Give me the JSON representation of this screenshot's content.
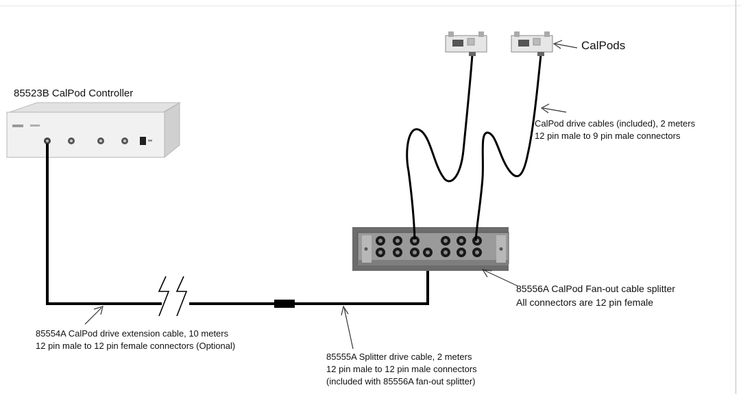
{
  "controller": {
    "title": "85523B CalPod Controller"
  },
  "calpods": {
    "label": "CalPods"
  },
  "drive_cables": {
    "lines": [
      "CalPod drive cables (included), 2 meters",
      "12 pin male to 9 pin male connectors"
    ]
  },
  "splitter": {
    "lines": [
      "85556A  CalPod Fan-out cable splitter",
      "All connectors are 12 pin female"
    ]
  },
  "extension_cable": {
    "lines": [
      "85554A CalPod drive extension cable, 10 meters",
      "12 pin male to 12 pin female connectors (Optional)"
    ]
  },
  "splitter_drive_cable": {
    "lines": [
      "85555A  Splitter drive cable, 2 meters",
      "12 pin male to 12 pin male connectors",
      "(included with 85556A fan-out splitter)"
    ]
  },
  "colors": {
    "cable": "#000000",
    "device_body": "#f2f2f2",
    "device_front": "#e8e8e8",
    "splitter_plate": "#9a9a9a",
    "splitter_bg": "#6c6c6c",
    "frame": "#bdbdbd"
  }
}
